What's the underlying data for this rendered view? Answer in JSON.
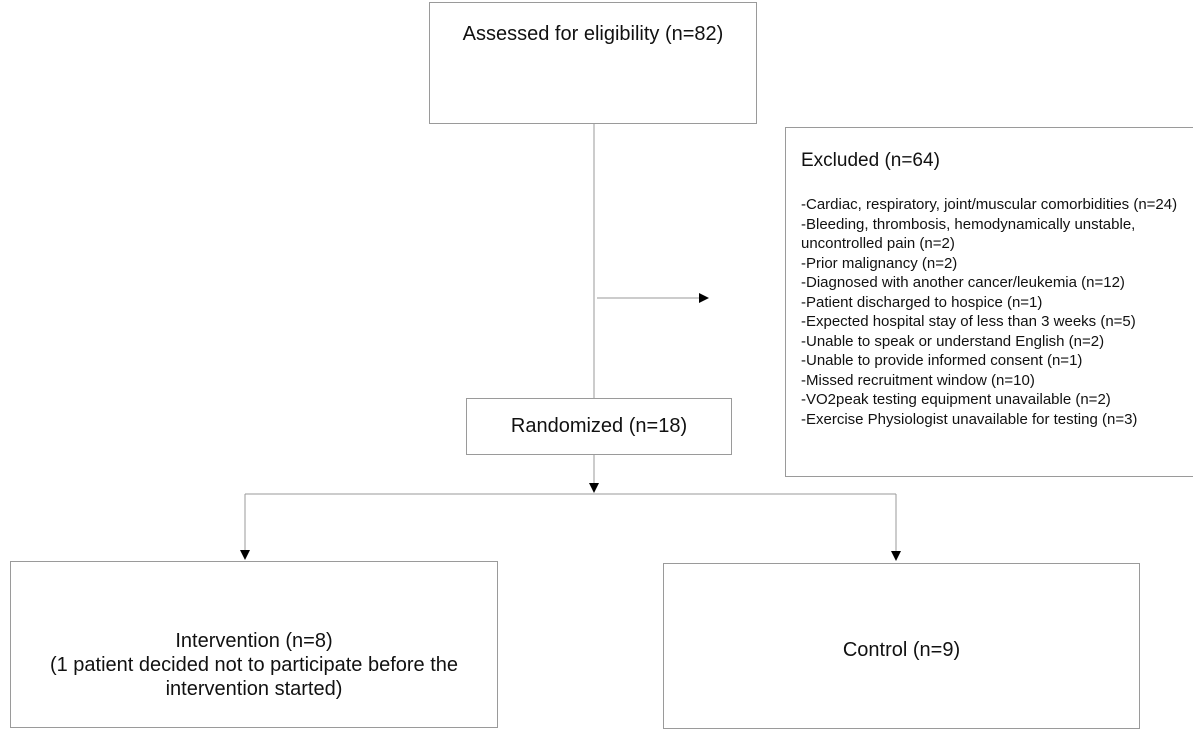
{
  "flow": {
    "assessed": "Assessed for eligibility (n=82)",
    "excluded": {
      "title": "Excluded (n=64)",
      "reasons": [
        "-Cardiac, respiratory, joint/muscular comorbidities (n=24)",
        "-Bleeding, thrombosis, hemodynamically unstable, uncontrolled pain (n=2)",
        "-Prior malignancy (n=2)",
        "-Diagnosed with another cancer/leukemia (n=12)",
        "-Patient discharged to hospice (n=1)",
        "-Expected hospital stay of less than 3 weeks (n=5)",
        "-Unable to speak or understand English (n=2)",
        "-Unable to provide informed consent (n=1)",
        "-Missed recruitment window (n=10)",
        "-VO2peak testing equipment unavailable (n=2)",
        "-Exercise Physiologist unavailable for testing (n=3)"
      ]
    },
    "randomized": "Randomized (n=18)",
    "intervention": {
      "line1": "Intervention (n=8)",
      "line2": "(1 patient decided not to participate before the",
      "line3": "intervention started)"
    },
    "control": "Control (n=9)"
  }
}
